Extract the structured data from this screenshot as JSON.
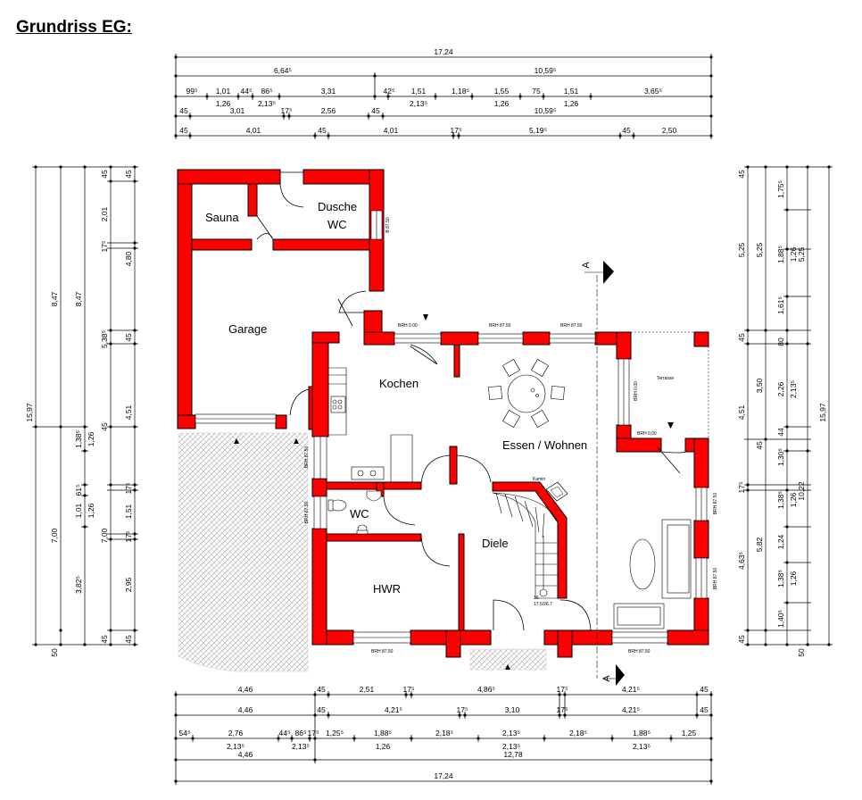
{
  "title": "Grundriss EG:",
  "rooms": {
    "sauna": "Sauna",
    "dusche": "Dusche",
    "wc_top": "WC",
    "garage": "Garage",
    "kochen": "Kochen",
    "essen": "Essen / Wohnen",
    "wc": "WC",
    "diele": "Diele",
    "hwr": "HWR",
    "terrasse": "Terrasse",
    "kamin": "Kamin"
  },
  "labels": {
    "brh_000": "BRH 0.00",
    "brh_8750": "BRH 87.50",
    "brh_8750b": "BRH 87.50",
    "brh_8750c": "BRH 87.50",
    "brh_8750d": "BRH 87.50",
    "brh_000_right": "BRH 0.00",
    "brh_000_terr": "BRH 0.00",
    "brh_bottom_left": "BRH 87.50",
    "brh_bottom_right": "BRH 87.50",
    "brh_left1": "BRH 87.50",
    "brh_left2": "BRH 87.50",
    "brh_right1": "BRH 87.50",
    "brh_right2": "BRH 87.50",
    "brh_dusche": "B 87.50",
    "stair": "17.5/26.7",
    "stair_count": "16",
    "section_top": "A",
    "section_bottom": "A"
  },
  "dims_top": {
    "r1": [
      "17,24"
    ],
    "r2": [
      "6,64⁵",
      "10,59⁵"
    ],
    "r3a": [
      "99⁵",
      "1,01",
      "44⁵",
      "86⁵",
      "3,31",
      "42⁵",
      "1,51",
      "1,18⁵",
      "1,55",
      "75",
      "1,51",
      "3,65⁵"
    ],
    "r3b": [
      "1,26",
      "2,13⁵",
      "2,13⁵",
      "1,26",
      "1,26"
    ],
    "r4": [
      "45",
      "3,01",
      "17⁵",
      "2,56",
      "45",
      "10,59⁵"
    ],
    "r5": [
      "45",
      "4,01",
      "45",
      "4,01",
      "17⁵",
      "5,19⁵",
      "45",
      "2,50"
    ]
  },
  "dims_bottom": {
    "r1": [
      "4,46",
      "45",
      "2,51",
      "17⁵",
      "4,86⁵",
      "17⁵",
      "4,21⁵",
      "45"
    ],
    "r2": [
      "4,46",
      "45",
      "4,21⁵",
      "17⁵",
      "3,10",
      "17⁵",
      "4,21⁵",
      "45"
    ],
    "r3a": [
      "54⁵",
      "2,76",
      "44⁵",
      "86⁵",
      "17⁵",
      "1,25⁵",
      "1,88⁵",
      "2,18⁵",
      "2,13⁵",
      "2,18⁵",
      "1,88⁵",
      "1,25"
    ],
    "r3b": [
      "2,13⁵",
      "2,13⁵",
      "1,26",
      "2,13⁵",
      "2,13⁵"
    ],
    "r4": [
      "4,46",
      "12,78"
    ],
    "r5": [
      "17,24"
    ]
  },
  "dims_left": {
    "c1": [
      "15,97"
    ],
    "c2": [
      "8,47",
      "7,00",
      "50"
    ],
    "c3": [
      "8,47",
      "1,38⁵",
      "1,01",
      "61⁵",
      "3,82⁵"
    ],
    "c4": [
      "45",
      "5,38⁵",
      "45",
      "1,26",
      "1,26",
      "7,00",
      "45"
    ],
    "c5": [
      "45",
      "2,01",
      "17⁵",
      "4,80",
      "45",
      "4,51",
      "17⁵",
      "1,51",
      "17⁵",
      "2,95",
      "45"
    ]
  },
  "dims_right": {
    "c1": [
      "45",
      "5,25",
      "45",
      "4,51",
      "17⁵",
      "4,63⁵",
      "45"
    ],
    "c2": [
      "5,25",
      "3,50",
      "45",
      "5,82",
      "1,40⁵"
    ],
    "c3": [
      "1,75⁵",
      "1,88⁵",
      "1,61⁵",
      "80",
      "2,26",
      "44",
      "1,30⁵",
      "1,38⁵",
      "1,24",
      "1,38⁵"
    ],
    "c4": [
      "1,26",
      "2,13⁵",
      "1,26",
      "1,26",
      "10,22",
      "50"
    ],
    "c5": [
      "5,25",
      "15,97"
    ]
  }
}
